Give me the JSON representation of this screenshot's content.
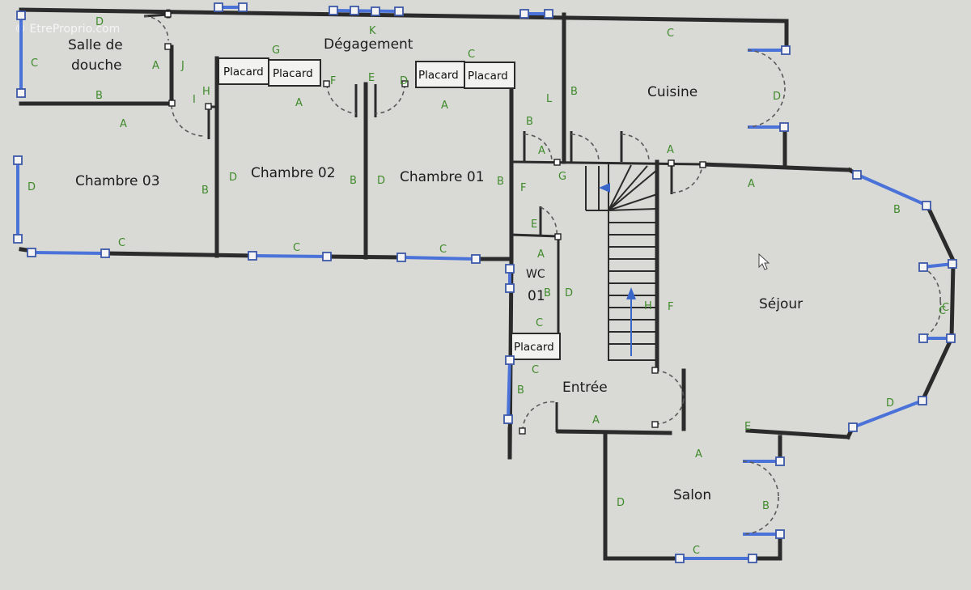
{
  "watermark": "© EtreProprio.com",
  "rooms": [
    {
      "key": "salle_de_douche_1",
      "label": "Salle de"
    },
    {
      "key": "salle_de_douche_2",
      "label": "douche"
    },
    {
      "key": "degagement",
      "label": "Dégagement"
    },
    {
      "key": "cuisine",
      "label": "Cuisine"
    },
    {
      "key": "chambre_03",
      "label": "Chambre 03"
    },
    {
      "key": "chambre_02",
      "label": "Chambre 02"
    },
    {
      "key": "chambre_01",
      "label": "Chambre 01"
    },
    {
      "key": "sejour",
      "label": "Séjour"
    },
    {
      "key": "wc",
      "label": "WC"
    },
    {
      "key": "wc_num",
      "label": "01"
    },
    {
      "key": "entree",
      "label": "Entrée"
    },
    {
      "key": "salon",
      "label": "Salon"
    }
  ],
  "placards": [
    "Placard",
    "Placard",
    "Placard",
    "Placard",
    "Placard"
  ],
  "wall_letters": [
    "D",
    "C",
    "A",
    "J",
    "B",
    "H",
    "I",
    "A",
    "G",
    "K",
    "A",
    "F",
    "E",
    "D",
    "C",
    "A",
    "C",
    "L",
    "B",
    "B",
    "A",
    "G",
    "A",
    "D",
    "A",
    "D",
    "B",
    "D",
    "B",
    "D",
    "B",
    "F",
    "C",
    "C",
    "C",
    "E",
    "A",
    "B",
    "D",
    "C",
    "H",
    "F",
    "C",
    "B",
    "C",
    "A",
    "E",
    "A",
    "D",
    "B",
    "C",
    "B",
    "D",
    "C"
  ]
}
